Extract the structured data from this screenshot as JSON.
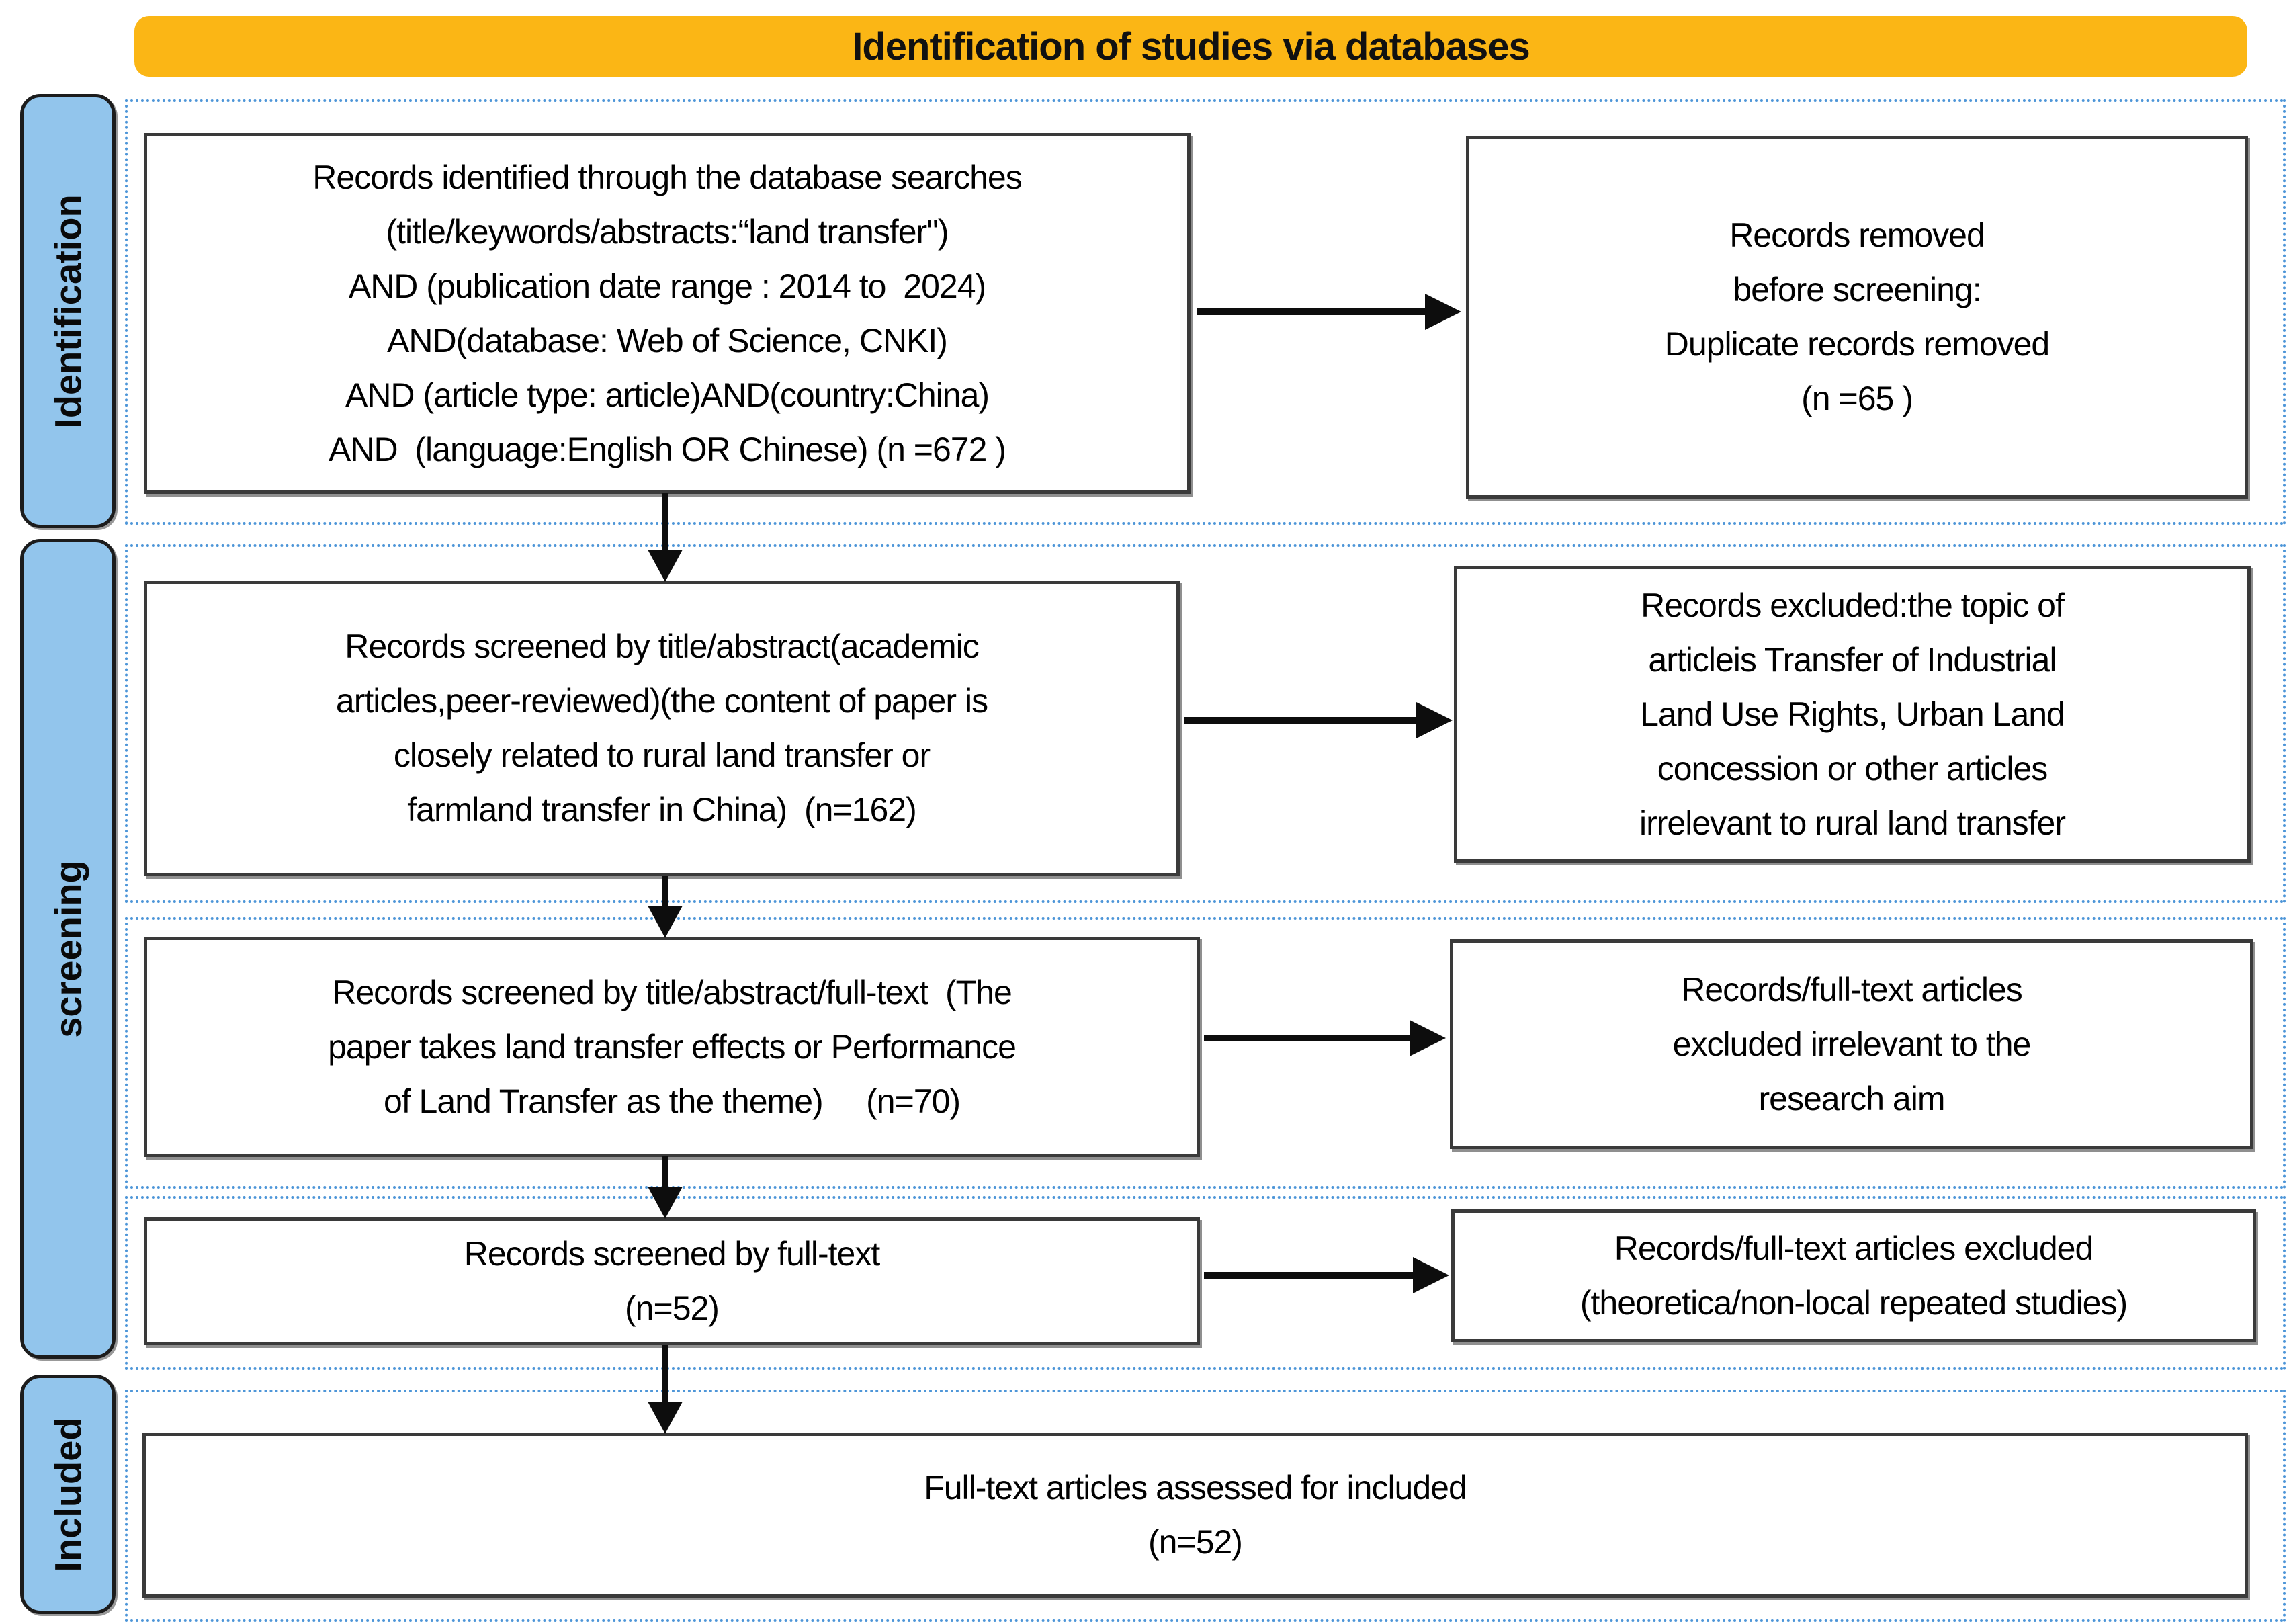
{
  "title": "Identification of studies via databases",
  "sidebar": {
    "identification": "Identification",
    "screening": "screening",
    "included": "Included"
  },
  "boxes": {
    "identified": {
      "lines": [
        "Records identified through the database searches",
        "(title/keywords/abstracts:“land transfer\")",
        "AND (publication date range : 2014 to  2024)",
        "AND(database: Web of Science, CNKI)",
        "AND (article type: article)AND(country:China)",
        "AND  (language:English OR Chinese) (n =672 )"
      ]
    },
    "removed": {
      "lines": [
        "Records removed",
        "before screening:",
        "Duplicate records removed",
        "(n =65 )"
      ]
    },
    "screened_title_abstract": {
      "lines": [
        "Records screened by title/abstract(academic",
        "articles,peer-reviewed)(the content of paper is",
        "closely related to rural land transfer or",
        "farmland transfer in China)  (n=162)"
      ]
    },
    "excluded_topic": {
      "lines": [
        "Records excluded:the topic of",
        "articleis Transfer of Industrial",
        "Land Use Rights, Urban Land",
        "concession or other articles",
        "irrelevant to rural land transfer"
      ]
    },
    "screened_fulltext_theme": {
      "lines": [
        "Records screened by title/abstract/full-text  (The",
        "paper takes land transfer effects or Performance",
        "of Land Transfer as the theme)     (n=70)"
      ]
    },
    "excluded_research_aim": {
      "lines": [
        "Records/full-text articles",
        "excluded irrelevant to the",
        "research aim"
      ]
    },
    "screened_fulltext": {
      "lines": [
        "Records screened by full-text",
        "(n=52)"
      ]
    },
    "excluded_theoretical": {
      "lines": [
        "Records/full-text articles excluded",
        "(theoretica/non-local repeated studies)"
      ]
    },
    "included_final": {
      "lines": [
        "Full-text articles assessed for included",
        "(n=52)"
      ]
    }
  },
  "colors": {
    "banner": "#FBB615",
    "sidebar_tab": "#92C5EC",
    "dotted_border": "#4E96D8",
    "box_border": "#3A3A3A",
    "arrow": "#0D0D0D"
  }
}
